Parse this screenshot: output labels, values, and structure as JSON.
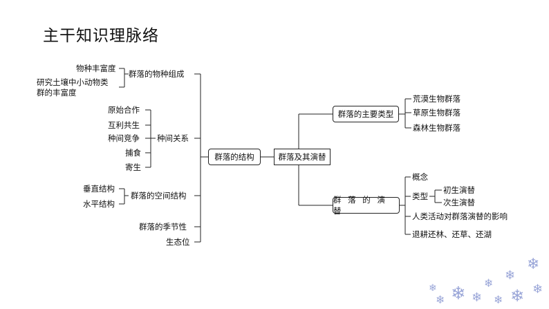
{
  "title": "主干知识理脉络",
  "center": "群落及其演替",
  "left": {
    "structure": "群落的结构",
    "species_composition": {
      "label": "群落的物种组成",
      "items": [
        "物种丰富度",
        "研究土壤中小动物类",
        "群的丰富度"
      ]
    },
    "interspecific": {
      "label": "种间关系",
      "items": [
        "原始合作",
        "互利共生",
        "种间竞争",
        "捕食",
        "寄生"
      ]
    },
    "spatial": {
      "label": "群落的空间结构",
      "items": [
        "垂直结构",
        "水平结构"
      ]
    },
    "seasonality": "群落的季节性",
    "niche": "生态位"
  },
  "right": {
    "types": {
      "label": "群落的主要类型",
      "items": [
        "荒漠生物群落",
        "草原生物群落",
        "森林生物群落"
      ]
    },
    "succession": {
      "label": "群 落 的 演 替",
      "concept": "概念",
      "type_label": "类型",
      "type_items": [
        "初生演替",
        "次生演替"
      ],
      "human": "人类活动对群落演替的影响",
      "restore": "退耕还林、还草、还湖"
    }
  },
  "decoration": {
    "icon": "snowflake-icon",
    "color": "#9aa6d8"
  }
}
